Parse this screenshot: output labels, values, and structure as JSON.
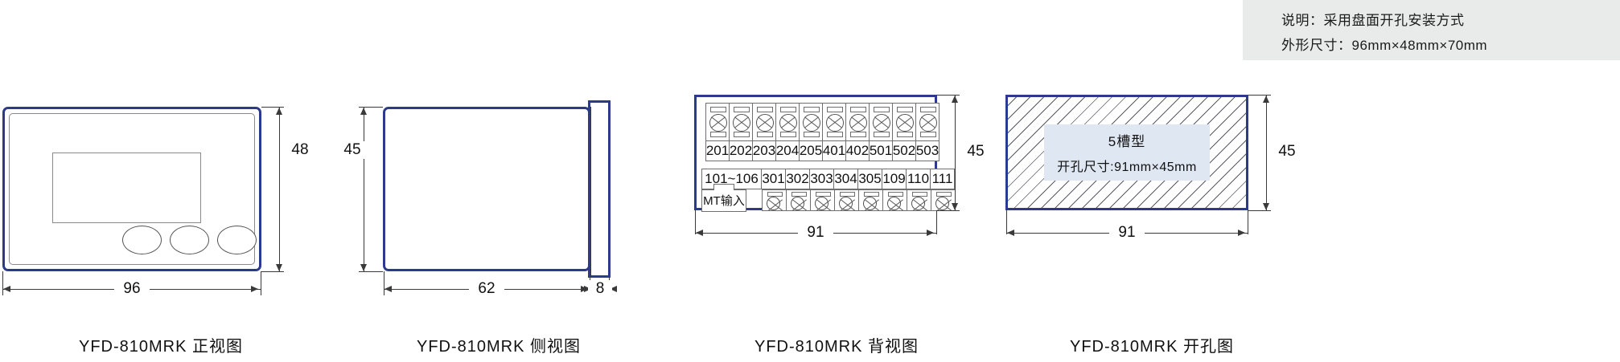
{
  "note": {
    "line1": "说明：采用盘面开孔安装方式",
    "line2": "外形尺寸：96mm×48mm×70mm"
  },
  "figures": {
    "front": {
      "caption": "YFD-810MRK 正视图",
      "dim_height": "48",
      "dim_width": "96"
    },
    "side": {
      "caption": "YFD-810MRK 侧视图",
      "dim_height": "45",
      "dim_depth": "62",
      "dim_flange": "8"
    },
    "back": {
      "caption": "YFD-810MRK 背视图",
      "dim_height": "45",
      "dim_width": "91",
      "top_terminals": [
        "201",
        "202",
        "203",
        "204",
        "205",
        "401",
        "402",
        "501",
        "502",
        "503"
      ],
      "bottom_terminals": [
        "101~106",
        "301",
        "302",
        "303",
        "304",
        "305",
        "109",
        "110",
        "111"
      ],
      "mt_label": "MT输入"
    },
    "cutout": {
      "caption": "YFD-810MRK 开孔图",
      "dim_height": "45",
      "dim_width": "91",
      "label_line1": "5槽型",
      "label_line2": "开孔尺寸:91mm×45mm"
    }
  },
  "colors": {
    "device_outline": "#2b3a8f",
    "note_bg": "#e9ebeb",
    "cutout_label_bg": "#dfe7f2",
    "dimension_line": "#3a3a3a"
  }
}
